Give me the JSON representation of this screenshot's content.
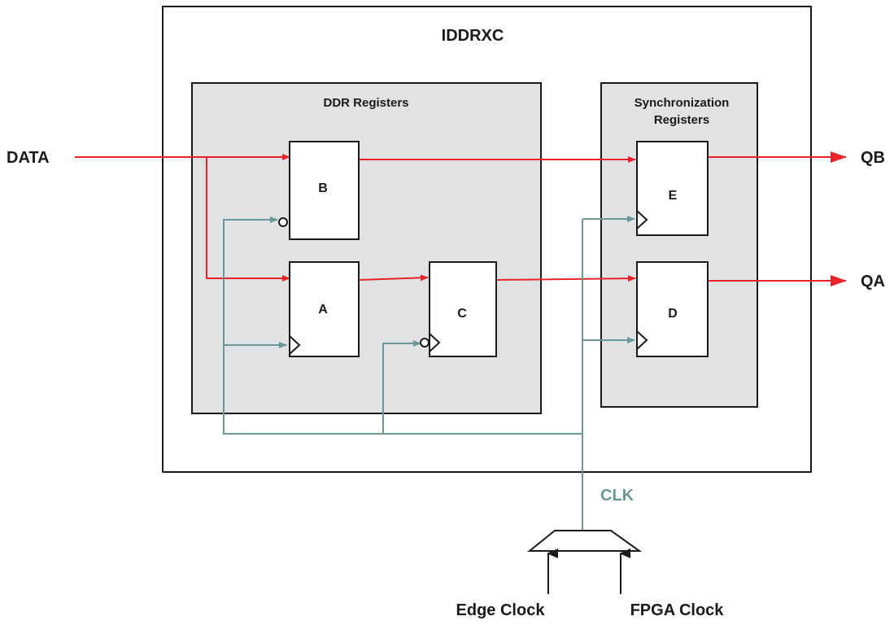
{
  "block_title": "IDDRXC",
  "ddr_group_label": "DDR Registers",
  "sync_group_label_line1": "Synchronization",
  "sync_group_label_line2": "Registers",
  "registers": {
    "a": "A",
    "b": "B",
    "c": "C",
    "d": "D",
    "e": "E"
  },
  "ports": {
    "data_in": "DATA",
    "qb_out": "QB",
    "qa_out": "QA",
    "clk": "CLK"
  },
  "clock_sources": {
    "edge": "Edge Clock",
    "fpga": "FPGA Clock"
  },
  "colors": {
    "data_signal": "#e8232a",
    "clock_signal": "#6b9896",
    "group_fill": "#e0e2e3",
    "outline": "#1a1a1a"
  }
}
